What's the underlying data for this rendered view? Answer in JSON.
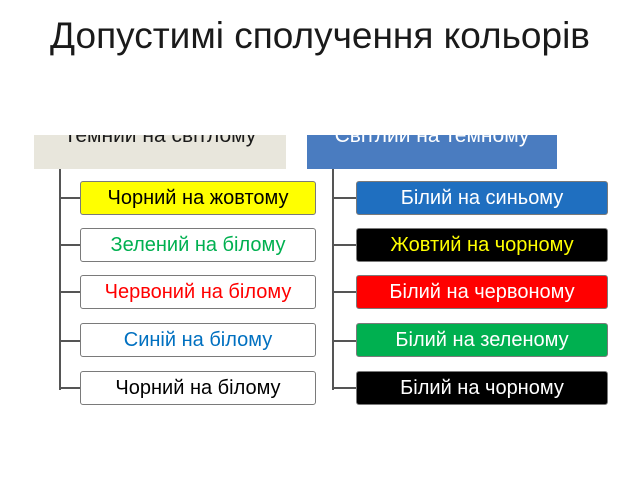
{
  "title": "Допустимі сполучення кольорів",
  "columns": [
    {
      "header": "Темний на світлому",
      "header_bg": "#e8e6dc",
      "items": [
        {
          "label": "Чорний на жовтому",
          "bg": "#ffff00",
          "fg": "#000000"
        },
        {
          "label": "Зелений на білому",
          "bg": "#ffffff",
          "fg": "#00b050"
        },
        {
          "label": "Червоний на білому",
          "bg": "#ffffff",
          "fg": "#ff0000"
        },
        {
          "label": "Синій на білому",
          "bg": "#ffffff",
          "fg": "#0070c0"
        },
        {
          "label": "Чорний на білому",
          "bg": "#ffffff",
          "fg": "#000000"
        }
      ]
    },
    {
      "header": "Світлий на темному",
      "header_bg": "#4a7cc0",
      "items": [
        {
          "label": "Білий на синьому",
          "bg": "#1f6fc0",
          "fg": "#ffffff"
        },
        {
          "label": "Жовтий на чорному",
          "bg": "#000000",
          "fg": "#ffff00"
        },
        {
          "label": "Білий на червоному",
          "bg": "#ff0000",
          "fg": "#ffffff"
        },
        {
          "label": "Білий на зеленому",
          "bg": "#00b050",
          "fg": "#ffffff"
        },
        {
          "label": "Білий на чорному",
          "bg": "#000000",
          "fg": "#ffffff"
        }
      ]
    }
  ]
}
